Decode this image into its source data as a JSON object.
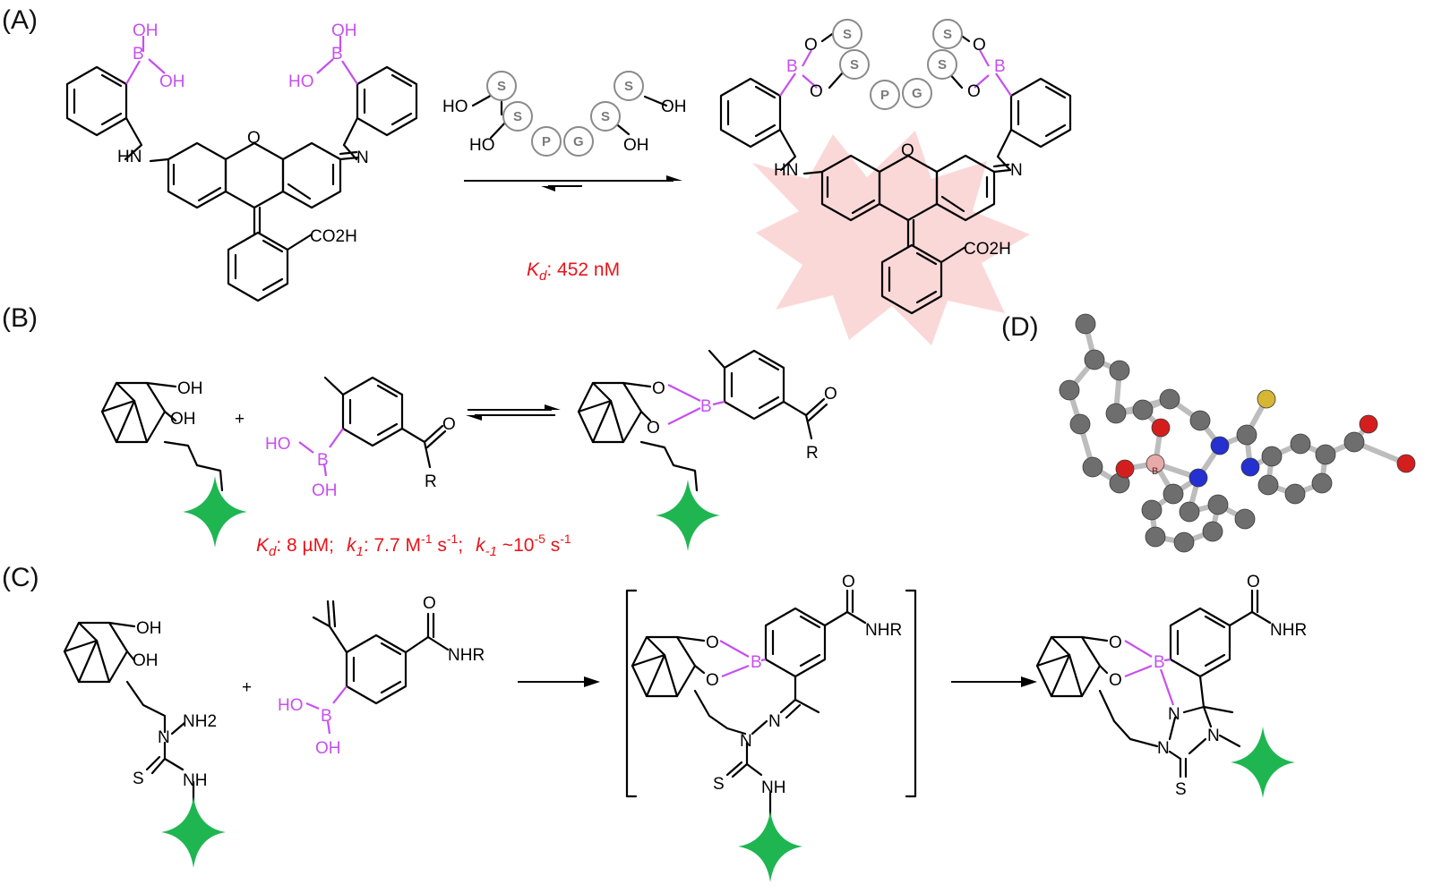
{
  "panels": {
    "a": "(A)",
    "b": "(B)",
    "c": "(C)",
    "d": "(D)"
  },
  "atoms": {
    "oh": "OH",
    "ho": "HO",
    "b": "B",
    "o": "O",
    "n": "N",
    "hn": "HN",
    "nh": "NH",
    "nh2": "NH2",
    "s": "S",
    "r": "R",
    "nhr": "NHR",
    "co2h": "CO2H"
  },
  "peptide": {
    "s": "S",
    "p": "P",
    "g": "G"
  },
  "kinetics": {
    "a": {
      "sym": "K",
      "sub": "d",
      "rest": ": 452 nM"
    },
    "b": {
      "kd_sym": "K",
      "kd_sub": "d",
      "kd_val": ": 8 µM;",
      "k1_sym": "k",
      "k1_sub": "1",
      "k1_val": ": 7.7 M",
      "k1_exp1": "-1",
      "k1_unit": " s",
      "k1_exp2": "-1",
      "k1_end": ";",
      "km1_sym": "k",
      "km1_sub": "-1",
      "km1_val": " ~10",
      "km1_exp": "-5",
      "km1_unit": " s",
      "km1_exp2": "-1"
    }
  },
  "colors": {
    "boron": "#c64ff0",
    "label_red": "#e8141a",
    "marker_green": "#1fb652",
    "fluorescence_burst": "#fbd8d8",
    "bead_stroke": "#8a8a8a",
    "atom_gray": "#6e6e6e",
    "atom_red": "#d41e1e",
    "atom_blue": "#2430d0",
    "atom_yellow": "#d6b632",
    "atom_pink": "#e7a9a9"
  }
}
